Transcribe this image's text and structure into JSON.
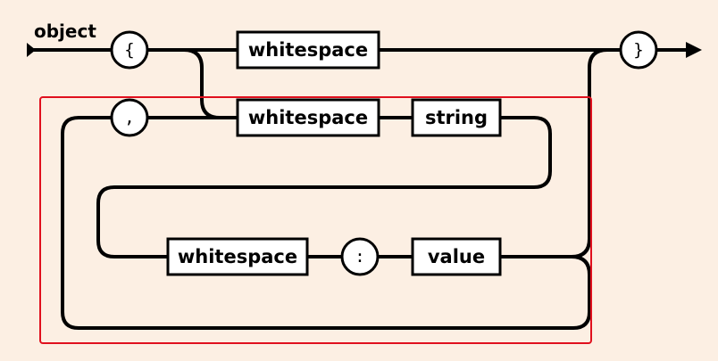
{
  "diagram": {
    "title": "object",
    "terminals": {
      "open_brace": "{",
      "close_brace": "}",
      "comma": ",",
      "colon": ":"
    },
    "nodes": {
      "whitespace_top": "whitespace",
      "whitespace_member": "whitespace",
      "string": "string",
      "whitespace_value": "whitespace",
      "value": "value"
    }
  },
  "colors": {
    "background": "#fcefe3",
    "line": "#000000",
    "box_fill": "#ffffff",
    "highlight": "#e0101e"
  }
}
